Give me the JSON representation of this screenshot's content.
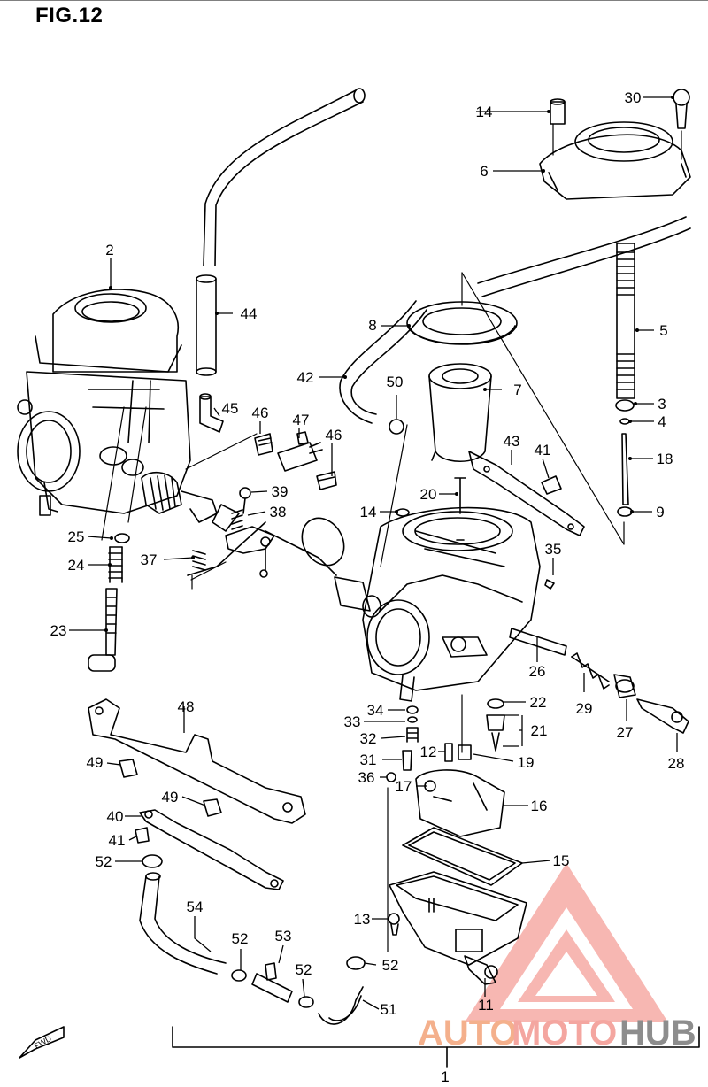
{
  "figure_title": "FIG.12",
  "watermark": {
    "part1": "AUTO",
    "part2": "MOTO",
    "part3": "HUB",
    "color_primary": "#f4a6a0",
    "color_secondary": "#9a9a9a"
  },
  "fwd_label": "FWD",
  "callouts": [
    {
      "id": "c1",
      "label": "1"
    },
    {
      "id": "c2",
      "label": "2"
    },
    {
      "id": "c3",
      "label": "3"
    },
    {
      "id": "c4",
      "label": "4"
    },
    {
      "id": "c5",
      "label": "5"
    },
    {
      "id": "c6",
      "label": "6"
    },
    {
      "id": "c7",
      "label": "7"
    },
    {
      "id": "c8",
      "label": "8"
    },
    {
      "id": "c9",
      "label": "9"
    },
    {
      "id": "c11",
      "label": "11"
    },
    {
      "id": "c12",
      "label": "12"
    },
    {
      "id": "c13",
      "label": "13"
    },
    {
      "id": "c14a",
      "label": "14"
    },
    {
      "id": "c14b",
      "label": "14"
    },
    {
      "id": "c15",
      "label": "15"
    },
    {
      "id": "c16",
      "label": "16"
    },
    {
      "id": "c17",
      "label": "17"
    },
    {
      "id": "c18",
      "label": "18"
    },
    {
      "id": "c19",
      "label": "19"
    },
    {
      "id": "c20",
      "label": "20"
    },
    {
      "id": "c21",
      "label": "21"
    },
    {
      "id": "c22",
      "label": "22"
    },
    {
      "id": "c23",
      "label": "23"
    },
    {
      "id": "c24",
      "label": "24"
    },
    {
      "id": "c25",
      "label": "25"
    },
    {
      "id": "c26",
      "label": "26"
    },
    {
      "id": "c27",
      "label": "27"
    },
    {
      "id": "c28",
      "label": "28"
    },
    {
      "id": "c29",
      "label": "29"
    },
    {
      "id": "c30",
      "label": "30"
    },
    {
      "id": "c31",
      "label": "31"
    },
    {
      "id": "c32",
      "label": "32"
    },
    {
      "id": "c33",
      "label": "33"
    },
    {
      "id": "c34",
      "label": "34"
    },
    {
      "id": "c35",
      "label": "35"
    },
    {
      "id": "c36",
      "label": "36"
    },
    {
      "id": "c37",
      "label": "37"
    },
    {
      "id": "c38",
      "label": "38"
    },
    {
      "id": "c39",
      "label": "39"
    },
    {
      "id": "c40",
      "label": "40"
    },
    {
      "id": "c41a",
      "label": "41"
    },
    {
      "id": "c41b",
      "label": "41"
    },
    {
      "id": "c42",
      "label": "42"
    },
    {
      "id": "c43",
      "label": "43"
    },
    {
      "id": "c44",
      "label": "44"
    },
    {
      "id": "c45",
      "label": "45"
    },
    {
      "id": "c46a",
      "label": "46"
    },
    {
      "id": "c46b",
      "label": "46"
    },
    {
      "id": "c47",
      "label": "47"
    },
    {
      "id": "c48",
      "label": "48"
    },
    {
      "id": "c49a",
      "label": "49"
    },
    {
      "id": "c49b",
      "label": "49"
    },
    {
      "id": "c50",
      "label": "50"
    },
    {
      "id": "c51",
      "label": "51"
    },
    {
      "id": "c52a",
      "label": "52"
    },
    {
      "id": "c52b",
      "label": "52"
    },
    {
      "id": "c52c",
      "label": "52"
    },
    {
      "id": "c52d",
      "label": "52"
    },
    {
      "id": "c53",
      "label": "53"
    },
    {
      "id": "c54",
      "label": "54"
    }
  ]
}
